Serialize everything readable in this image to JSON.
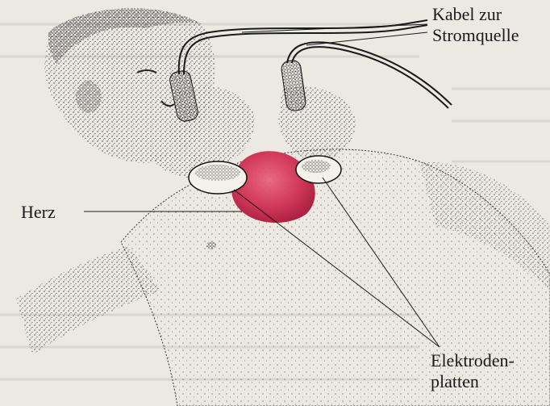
{
  "labels": {
    "cable": {
      "line1": "Kabel zur",
      "line2": "Stromquelle"
    },
    "heart": "Herz",
    "electrodes": {
      "line1": "Elektroden-",
      "line2": "platten"
    }
  },
  "colors": {
    "paper": "#ece9e3",
    "ink": "#1a1a1a",
    "heart": "#d43a5a"
  }
}
